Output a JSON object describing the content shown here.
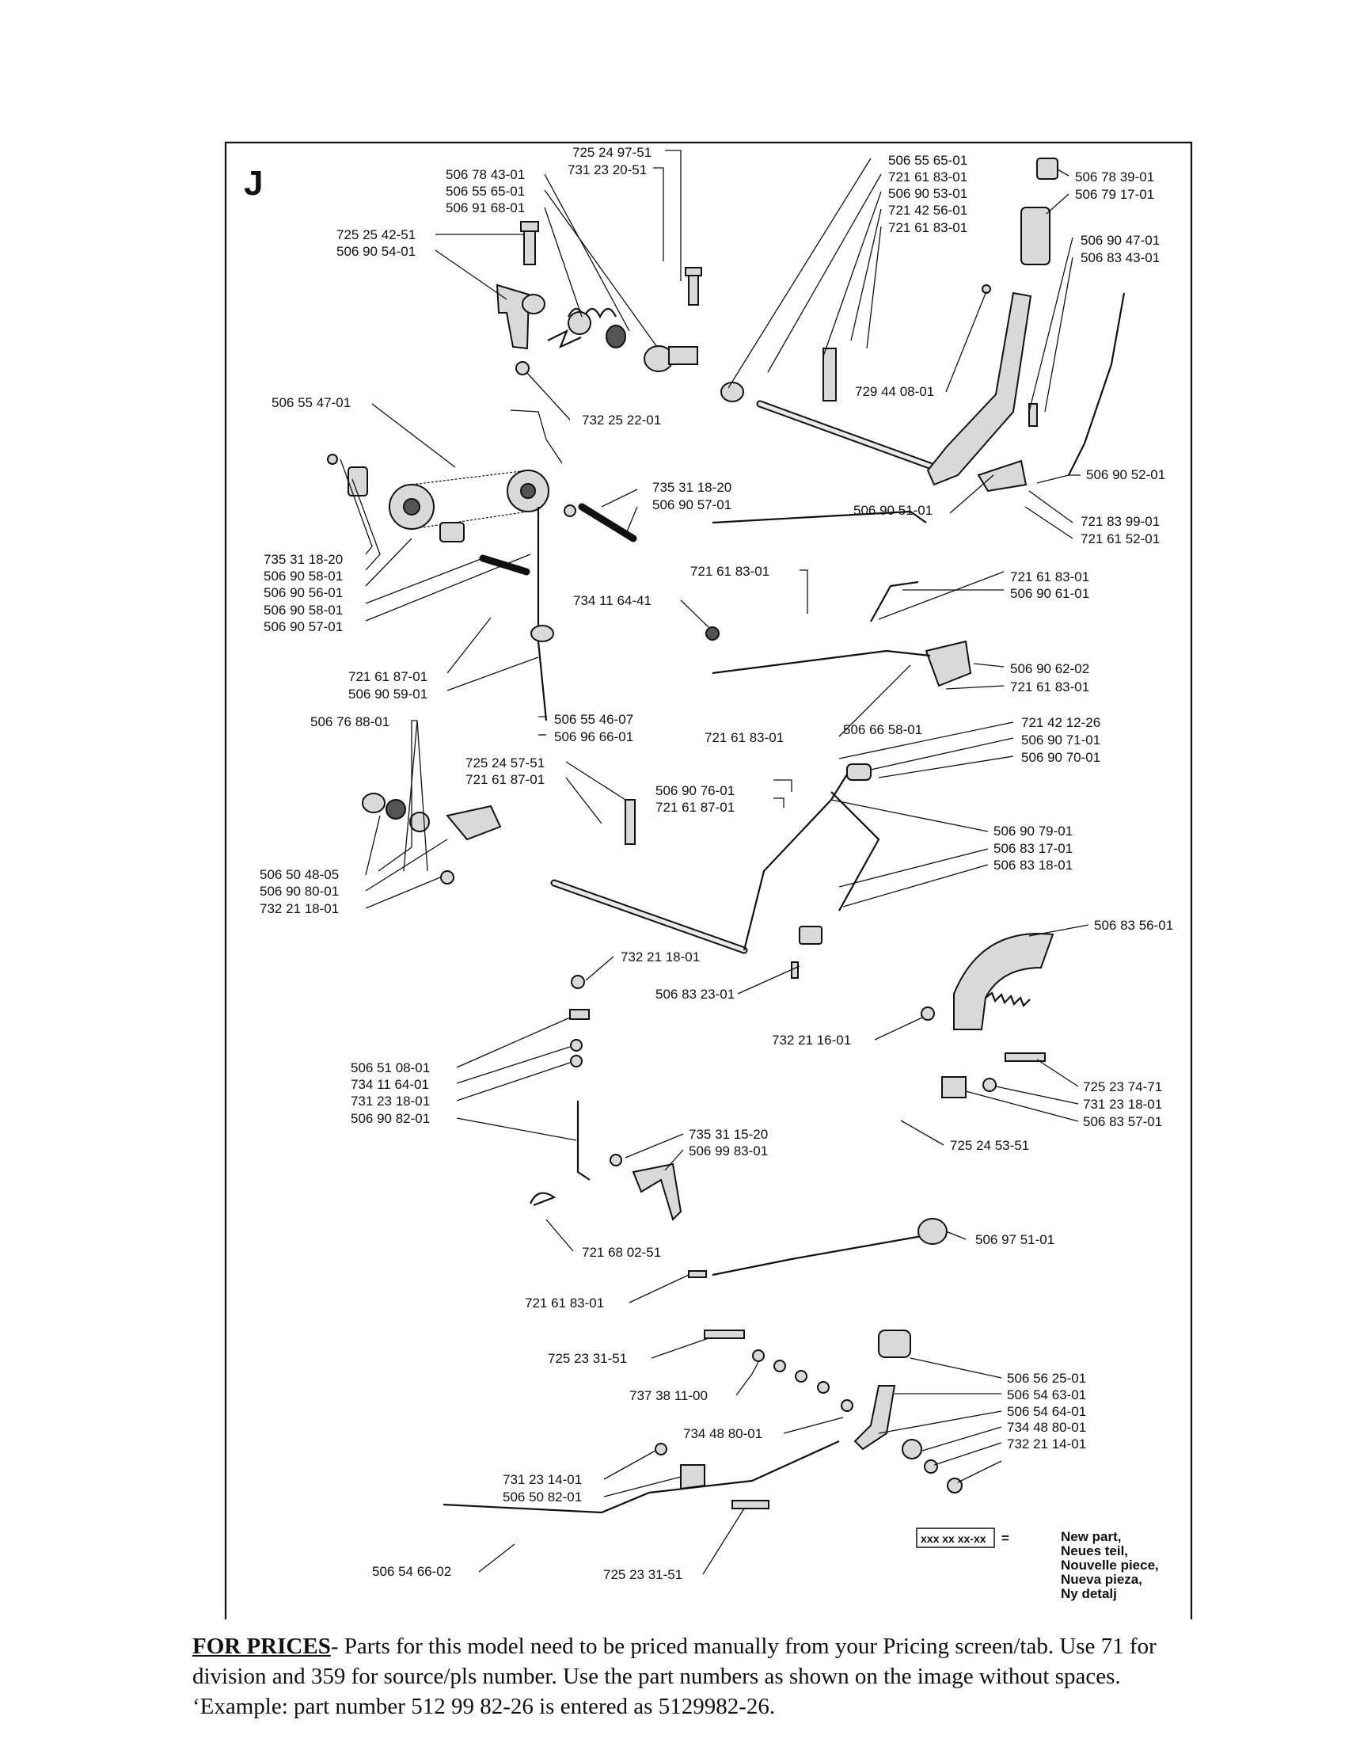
{
  "section": "J",
  "labels": [
    {
      "id": "l01",
      "text": "725 24 97-51"
    },
    {
      "id": "l02",
      "text": "731 23 20-51"
    },
    {
      "id": "l03",
      "text": "506 78 43-01"
    },
    {
      "id": "l04",
      "text": "506 55 65-01"
    },
    {
      "id": "l05",
      "text": "506 91 68-01"
    },
    {
      "id": "l06",
      "text": "725 25 42-51"
    },
    {
      "id": "l07",
      "text": "506 90 54-01"
    },
    {
      "id": "l08",
      "text": "506 55 65-01"
    },
    {
      "id": "l09",
      "text": "721 61 83-01"
    },
    {
      "id": "l10",
      "text": "506 90 53-01"
    },
    {
      "id": "l11",
      "text": "721 42 56-01"
    },
    {
      "id": "l12",
      "text": "721 61 83-01"
    },
    {
      "id": "l13",
      "text": "506 78 39-01"
    },
    {
      "id": "l14",
      "text": "506 79 17-01"
    },
    {
      "id": "l15",
      "text": "506 90 47-01"
    },
    {
      "id": "l16",
      "text": "506 83 43-01"
    },
    {
      "id": "l17",
      "text": "506 55 47-01"
    },
    {
      "id": "l18",
      "text": "732 25 22-01"
    },
    {
      "id": "l19",
      "text": "729 44 08-01"
    },
    {
      "id": "l20",
      "text": "506 90 52-01"
    },
    {
      "id": "l21",
      "text": "735 31 18-20"
    },
    {
      "id": "l22",
      "text": "506 90 57-01"
    },
    {
      "id": "l23",
      "text": "506 90 51-01"
    },
    {
      "id": "l24",
      "text": "721 83 99-01"
    },
    {
      "id": "l25",
      "text": "721 61 52-01"
    },
    {
      "id": "l26",
      "text": "735 31 18-20"
    },
    {
      "id": "l27",
      "text": "506 90 58-01"
    },
    {
      "id": "l28",
      "text": "506 90 56-01"
    },
    {
      "id": "l29",
      "text": "506 90 58-01"
    },
    {
      "id": "l30",
      "text": "506 90 57-01"
    },
    {
      "id": "l31",
      "text": "721 61 83-01"
    },
    {
      "id": "l32",
      "text": "721 61 83-01"
    },
    {
      "id": "l33",
      "text": "506 90 61-01"
    },
    {
      "id": "l34",
      "text": "734 11 64-41"
    },
    {
      "id": "l35",
      "text": "721 61 87-01"
    },
    {
      "id": "l36",
      "text": "506 90 59-01"
    },
    {
      "id": "l37",
      "text": "506 90 62-02"
    },
    {
      "id": "l38",
      "text": "721 61 83-01"
    },
    {
      "id": "l39",
      "text": "506 76 88-01"
    },
    {
      "id": "l40",
      "text": "506 55 46-07"
    },
    {
      "id": "l41",
      "text": "506 96 66-01"
    },
    {
      "id": "l42",
      "text": "721 61 83-01"
    },
    {
      "id": "l43",
      "text": "506 66 58-01"
    },
    {
      "id": "l44",
      "text": "721 42 12-26"
    },
    {
      "id": "l45",
      "text": "506 90 71-01"
    },
    {
      "id": "l46",
      "text": "506 90 70-01"
    },
    {
      "id": "l47",
      "text": "725 24 57-51"
    },
    {
      "id": "l48",
      "text": "721 61 87-01"
    },
    {
      "id": "l49",
      "text": "506 90 76-01"
    },
    {
      "id": "l50",
      "text": "721 61 87-01"
    },
    {
      "id": "l51",
      "text": "506 90 79-01"
    },
    {
      "id": "l52",
      "text": "506 83 17-01"
    },
    {
      "id": "l53",
      "text": "506 83 18-01"
    },
    {
      "id": "l54",
      "text": "506 50 48-05"
    },
    {
      "id": "l55",
      "text": "506 90 80-01"
    },
    {
      "id": "l56",
      "text": "732 21 18-01"
    },
    {
      "id": "l57",
      "text": "506 83 56-01"
    },
    {
      "id": "l58",
      "text": "732 21 18-01"
    },
    {
      "id": "l59",
      "text": "506 83 23-01"
    },
    {
      "id": "l60",
      "text": "732 21 16-01"
    },
    {
      "id": "l61",
      "text": "506 51 08-01"
    },
    {
      "id": "l62",
      "text": "734 11 64-01"
    },
    {
      "id": "l63",
      "text": "731 23 18-01"
    },
    {
      "id": "l64",
      "text": "506 90 82-01"
    },
    {
      "id": "l65",
      "text": "725 23 74-71"
    },
    {
      "id": "l66",
      "text": "731 23 18-01"
    },
    {
      "id": "l67",
      "text": "506 83 57-01"
    },
    {
      "id": "l68",
      "text": "735 31 15-20"
    },
    {
      "id": "l69",
      "text": "506 99 83-01"
    },
    {
      "id": "l70",
      "text": "725 24 53-51"
    },
    {
      "id": "l71",
      "text": "721 68 02-51"
    },
    {
      "id": "l72",
      "text": "506 97 51-01"
    },
    {
      "id": "l73",
      "text": "721 61 83-01"
    },
    {
      "id": "l74",
      "text": "725 23 31-51"
    },
    {
      "id": "l75",
      "text": "506 56 25-01"
    },
    {
      "id": "l76",
      "text": "737 38 11-00"
    },
    {
      "id": "l77",
      "text": "506 54 63-01"
    },
    {
      "id": "l78",
      "text": "506 54 64-01"
    },
    {
      "id": "l79",
      "text": "734 48 80-01"
    },
    {
      "id": "l80",
      "text": "734 48 80-01"
    },
    {
      "id": "l81",
      "text": "732 21 14-01"
    },
    {
      "id": "l82",
      "text": "731 23 14-01"
    },
    {
      "id": "l83",
      "text": "506 50 82-01"
    },
    {
      "id": "l84",
      "text": "506 54 66-02"
    },
    {
      "id": "l85",
      "text": "725 23 31-51"
    }
  ],
  "legend": {
    "code": "xxx xx xx-xx",
    "equals": "=",
    "lines": [
      "New part,",
      "Neues teil,",
      "Nouvelle piece,",
      "Nueva pieza,",
      "Ny detalj"
    ]
  },
  "footer": {
    "heading": "FOR PRICES",
    "text": "- Parts for this model need to be priced manually from your Pricing screen/tab. Use 71 for division and 359 for source/pls number.  Use the part numbers as shown on the image without spaces. ‘Example: part number 512 99 82-26 is entered as 5129982-26."
  }
}
